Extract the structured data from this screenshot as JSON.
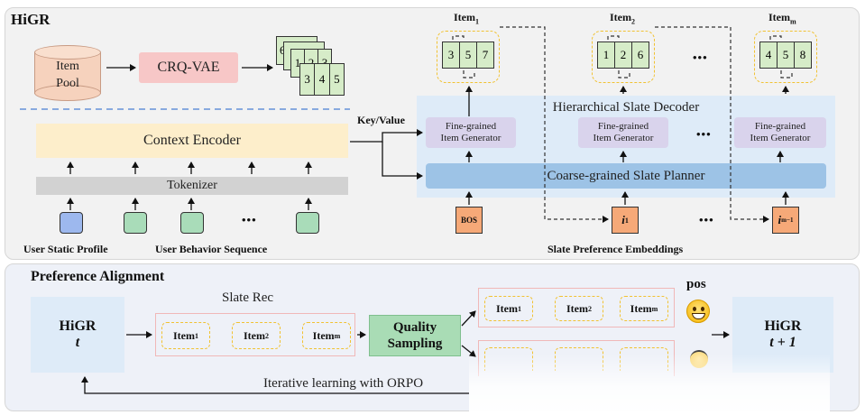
{
  "top_panel": {
    "title": "HiGR",
    "item_pool": [
      "Item",
      "Pool"
    ],
    "crq_vae": "CRQ-VAE",
    "codebook_front": [
      "3",
      "4",
      "5"
    ],
    "codebook_mid": [
      "1",
      "2",
      "3"
    ],
    "codebook_back": [
      "6"
    ],
    "key_value": "Key/Value",
    "context_encoder": "Context Encoder",
    "tokenizer": "Tokenizer",
    "user_static_profile": "User Static Profile",
    "user_behavior_sequence": "User Behavior Sequence",
    "dots": "•••"
  },
  "decoder": {
    "title": "Hierarchical Slate Decoder",
    "fine_grained": [
      "Fine-grained",
      "Item Generator"
    ],
    "coarse_planner": "Coarse-grained Slate Planner",
    "bos": "BOS",
    "i1": "i",
    "i1_sub": "1",
    "im": "i",
    "im_sub": "m−1",
    "slate_pref": "Slate Preference Embeddings",
    "items": [
      {
        "label": "Item",
        "sub": "1",
        "codes": [
          "3",
          "5",
          "7"
        ]
      },
      {
        "label": "Item",
        "sub": "2",
        "codes": [
          "1",
          "2",
          "6"
        ]
      },
      {
        "label": "Item",
        "sub": "m",
        "codes": [
          "4",
          "5",
          "8"
        ]
      }
    ]
  },
  "bottom_panel": {
    "title": "Preference Alignment",
    "higr_t": "HiGR",
    "t": "t",
    "slate_rec": "Slate Rec",
    "slate_items": [
      {
        "label": "Item",
        "sub": "1"
      },
      {
        "label": "Item",
        "sub": "2"
      },
      {
        "label": "Item",
        "sub": "m"
      }
    ],
    "quality": [
      "Quality",
      "Sampling"
    ],
    "pos": "pos",
    "pos_items": [
      {
        "label": "Item",
        "sub": "1"
      },
      {
        "label": "Item",
        "sub": "2"
      },
      {
        "label": "Item",
        "sub": "m"
      }
    ],
    "higr_t1": "HiGR",
    "t1": "t + 1",
    "iterative": "Iterative learning with ORPO"
  },
  "colors": {
    "panel_bg": "#f2f2f2",
    "bottom_bg": "#eef1f8",
    "decoder_bg": "#deebf8",
    "context_encoder": "#fdeecb",
    "tokenizer": "#d2d2d2",
    "crq_vae": "#f7c7c7",
    "fine_grained": "#d9d3ec",
    "planner": "#9dc3e6",
    "code_green": "#d6ecc8",
    "token_blue": "#9db8ee",
    "token_green": "#a9dcb9",
    "orange": "#f6a978",
    "dash_yellow": "#f1c232",
    "quality": "#a9dcb5"
  }
}
